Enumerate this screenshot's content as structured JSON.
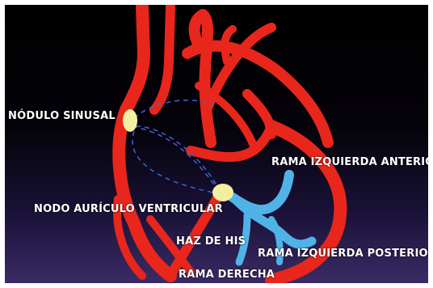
{
  "labels": {
    "sinus_node": "NÓDULO SINUSAL",
    "av_node": "NODO AURÍCULO VENTRICULAR",
    "bundle_of_his": "HAZ DE HIS",
    "left_anterior_branch": "RAMA IZQUIERDA ANTERIOR",
    "left_posterior_branch": "RAMA IZQUIERDA POSTERIOR",
    "right_branch": "RAMA DERECHA"
  },
  "colors": {
    "heart_outline": "#e8261c",
    "conduction_left": "#4fb3e8",
    "nodes": "#f2f0a0",
    "internodal_paths": "#3a5fd0",
    "label_text": "#ffffff"
  }
}
